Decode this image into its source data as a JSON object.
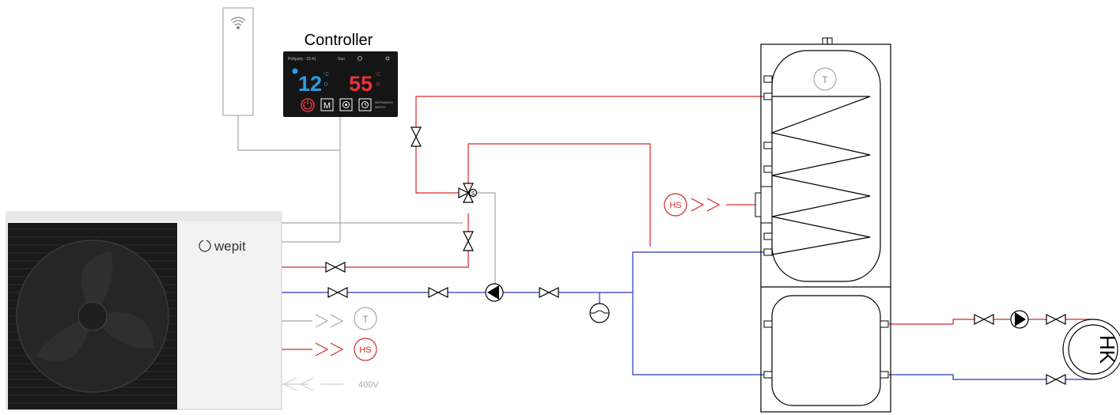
{
  "controller": {
    "title": "Controller",
    "screen": {
      "status_left": "Ρύθμιση  ·  15:41",
      "status_mid": "Sun",
      "temp_left": "12",
      "temp_right": "55",
      "unit": "°C",
      "small_left": "0",
      "small_right": "0",
      "mode_button": "M",
      "side_text_1": "ΘΕΡΜΑΝΣΗ",
      "side_text_2": "ΝΕΡΟΥ"
    }
  },
  "heat_pump": {
    "brand": "wepit"
  },
  "sensor_labels": {
    "temperature": "T",
    "heat_source": "HS",
    "tank_temperature": "T",
    "tank_heat_source": "HS"
  },
  "power_supply": "400V",
  "heating_circuit": "HK",
  "colors": {
    "supply_line": "#d42a2a",
    "return_line": "#2b36b8",
    "signal_line": "#a8a8a8",
    "controller_red": "#e6323a",
    "controller_blue": "#2a9de0"
  }
}
